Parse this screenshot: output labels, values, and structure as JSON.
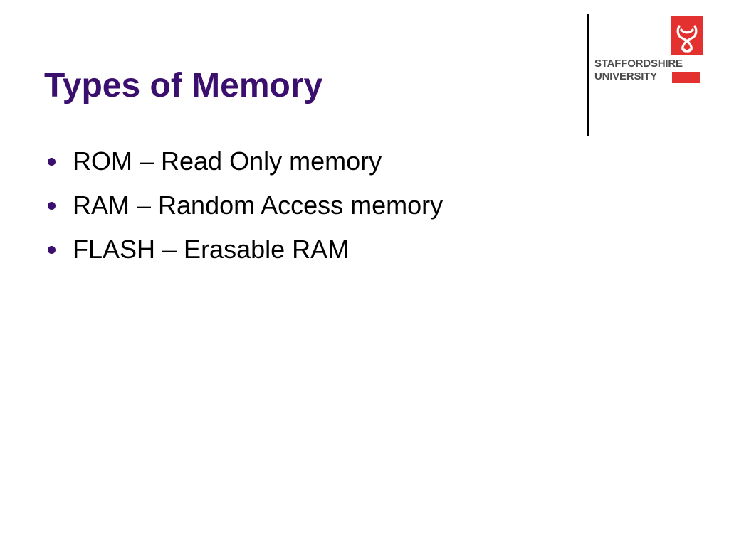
{
  "slide": {
    "title": "Types of Memory",
    "bullets": [
      "ROM – Read Only memory",
      "RAM – Random Access memory",
      "FLASH – Erasable RAM"
    ]
  },
  "logo": {
    "line1": "STAFFORDSHIRE",
    "line2": "UNIVERSITY",
    "icon": "staffordshire-knot-crest-icon"
  },
  "colors": {
    "title": "#3b0f6e",
    "bullet": "#3b0f6e",
    "logo_red": "#e2312f",
    "logo_text": "#4a4a4a",
    "divider": "#000000"
  }
}
